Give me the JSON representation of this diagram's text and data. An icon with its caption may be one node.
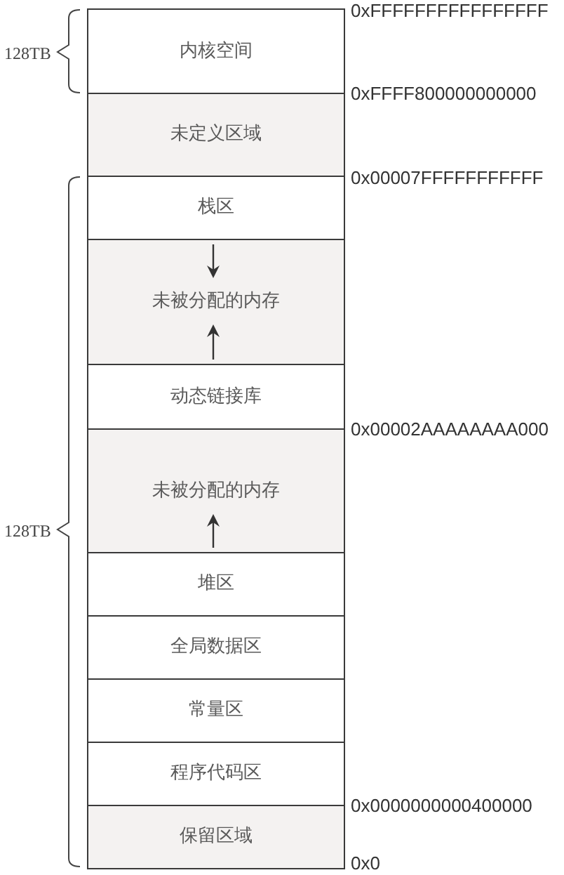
{
  "diagram": {
    "nodes": [
      {
        "text": [
          "内核空间"
        ]
      },
      {
        "text": [
          "未定义区域"
        ]
      },
      {
        "text": [
          "栈区"
        ]
      },
      {
        "text": [
          "未被分配的内存"
        ]
      },
      {
        "text": [
          "动态链接库"
        ]
      },
      {
        "text": [
          "未被分配的内存"
        ]
      },
      {
        "text": [
          "堆区"
        ]
      },
      {
        "text": [
          "全局数据区"
        ]
      },
      {
        "text": [
          "常量区"
        ]
      },
      {
        "text": [
          "程序代码区"
        ]
      },
      {
        "text": [
          "保留区域"
        ]
      }
    ],
    "labels": [
      "0xFFFFFFFFFFFFFFFF",
      "128TB",
      "0xFFFF800000000000",
      "0x00007FFFFFFFFFFF",
      "0x00002AAAAAAAA000",
      "128TB",
      "0x0000000000400000",
      "0x0"
    ]
  }
}
